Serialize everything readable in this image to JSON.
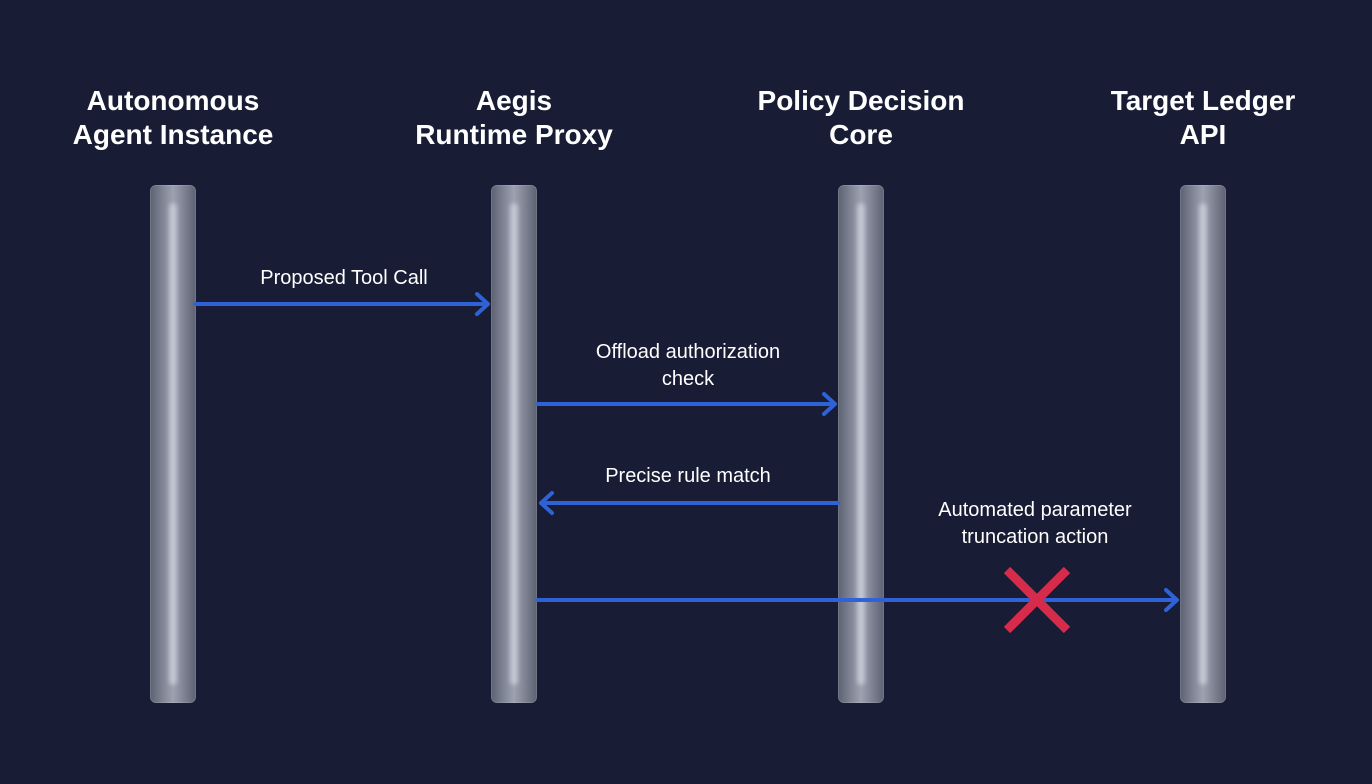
{
  "actors": [
    {
      "line1": "Autonomous",
      "line2": "Agent Instance"
    },
    {
      "line1": "Aegis",
      "line2": "Runtime Proxy"
    },
    {
      "line1": "Policy Decision",
      "line2": "Core"
    },
    {
      "line1": "Target Ledger",
      "line2": "API"
    }
  ],
  "messages": [
    {
      "line1": "Proposed Tool Call",
      "line2": "",
      "from": 0,
      "to": 1,
      "blocked": false
    },
    {
      "line1": "Offload authorization",
      "line2": "check",
      "from": 1,
      "to": 2,
      "blocked": false
    },
    {
      "line1": "Precise rule match",
      "line2": "",
      "from": 2,
      "to": 1,
      "blocked": false
    },
    {
      "line1": "Automated parameter",
      "line2": "truncation action",
      "from": 1,
      "to": 3,
      "blocked": true
    }
  ],
  "colors": {
    "background": "#181c34",
    "arrow": "#2f62d6",
    "blocked_marker": "#d62b4b",
    "text": "#ffffff"
  },
  "icons": {
    "blocked": "x-mark-icon"
  }
}
